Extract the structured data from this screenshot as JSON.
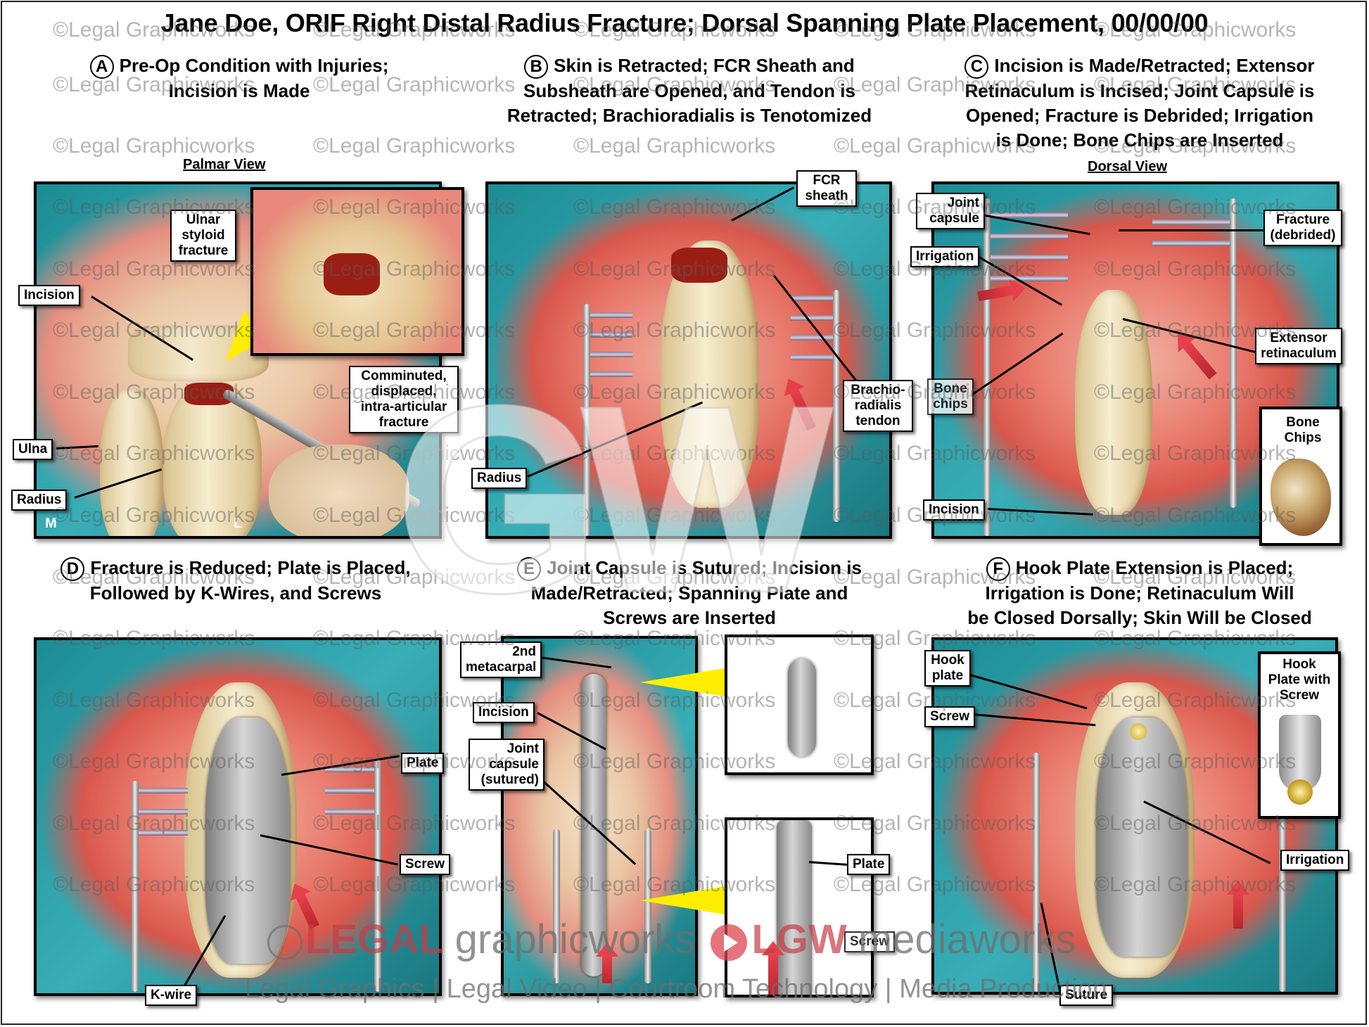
{
  "title": "Jane Doe, ORIF Right Distal Radius Fracture; Dorsal Spanning Plate Placement, 00/00/00",
  "watermark": "©Legal Graphicworks",
  "panels": [
    {
      "letter": "A",
      "title_lines": [
        "Pre-Op Condition with Injuries;",
        "Incision is Made"
      ],
      "view": "Palmar View",
      "orientation": {
        "left": "M",
        "right": "L"
      },
      "labels": {
        "ulnar_styloid": "Ulnar styloid fracture",
        "incision": "Incision",
        "comminuted": "Comminuted, displaced, intra-articular fracture",
        "ulna": "Ulna",
        "radius": "Radius"
      }
    },
    {
      "letter": "B",
      "title_lines": [
        "Skin is Retracted; FCR Sheath and",
        "Subsheath are Opened, and Tendon is",
        "Retracted; Brachioradialis is Tenotomized"
      ],
      "labels": {
        "fcr_sheath": "FCR sheath",
        "brachioradialis": "Brachio-radialis tendon",
        "radius": "Radius"
      }
    },
    {
      "letter": "C",
      "title_lines": [
        "Incision is Made/Retracted; Extensor",
        "Retinaculum is Incised; Joint Capsule is",
        "Opened; Fracture is Debrided; Irrigation",
        "is Done; Bone Chips are Inserted"
      ],
      "view": "Dorsal View",
      "labels": {
        "joint_capsule": "Joint capsule",
        "irrigation": "Irrigation",
        "fracture": "Fracture (debrided)",
        "extensor": "Extensor retinaculum",
        "bone_chips_small": "Bone chips",
        "incision": "Incision",
        "bone_chips_inset": "Bone Chips"
      }
    },
    {
      "letter": "D",
      "title_lines": [
        "Fracture is Reduced; Plate is Placed,",
        "Followed by K-Wires, and Screws"
      ],
      "labels": {
        "plate": "Plate",
        "screw": "Screw",
        "kwire": "K-wire"
      }
    },
    {
      "letter": "E",
      "title_lines": [
        "Joint Capsule is Sutured; Incision is",
        "Made/Retracted; Spanning Plate and",
        "Screws are Inserted"
      ],
      "labels": {
        "metacarpal": "2nd metacarpal",
        "incision": "Incision",
        "joint_capsule": "Joint capsule (sutured)",
        "plate": "Plate",
        "screw": "Screw"
      }
    },
    {
      "letter": "F",
      "title_lines": [
        "Hook Plate Extension is Placed;",
        "Irrigation is Done; Retinaculum Will",
        "be Closed Dorsally; Skin Will be Closed"
      ],
      "labels": {
        "hook_plate": "Hook plate",
        "screw": "Screw",
        "hook_inset": "Hook Plate with Screw",
        "irrigation": "Irrigation",
        "suture": "Suture"
      }
    }
  ],
  "branding": {
    "legal": "LEGAL",
    "graphicworks": "graphicworks",
    "lgw": "LGW",
    "mediaworks": "mediaworks",
    "tagline": "Legal Graphics | Legal Video | Courtroom Technology | Media Production",
    "monogram": "GW"
  },
  "colors": {
    "drape": "#2ea3ac",
    "tissue": "#e06a5e",
    "bone": "#efe2bd",
    "callout_pointer": "#ffee00",
    "arrow": "#e0343f"
  }
}
